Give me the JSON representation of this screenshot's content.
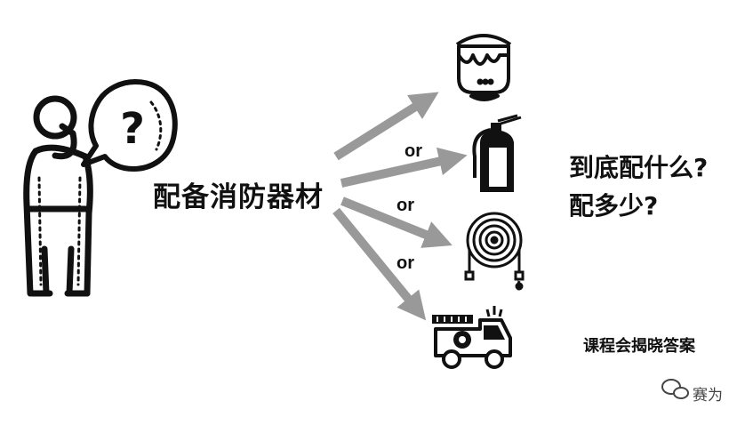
{
  "main_label": "配备消防器材",
  "options": [
    {
      "name": "paint-bucket"
    },
    {
      "name": "fire-extinguisher",
      "connector": "or"
    },
    {
      "name": "fire-hose-reel",
      "connector": "or"
    },
    {
      "name": "fire-truck",
      "connector": "or"
    }
  ],
  "question": {
    "line1": "到底配什么?",
    "line2": "配多少?"
  },
  "reveal_text": "课程会揭晓答案",
  "watermark": "赛为",
  "colors": {
    "arrow": "#999999",
    "ink": "#111111"
  }
}
